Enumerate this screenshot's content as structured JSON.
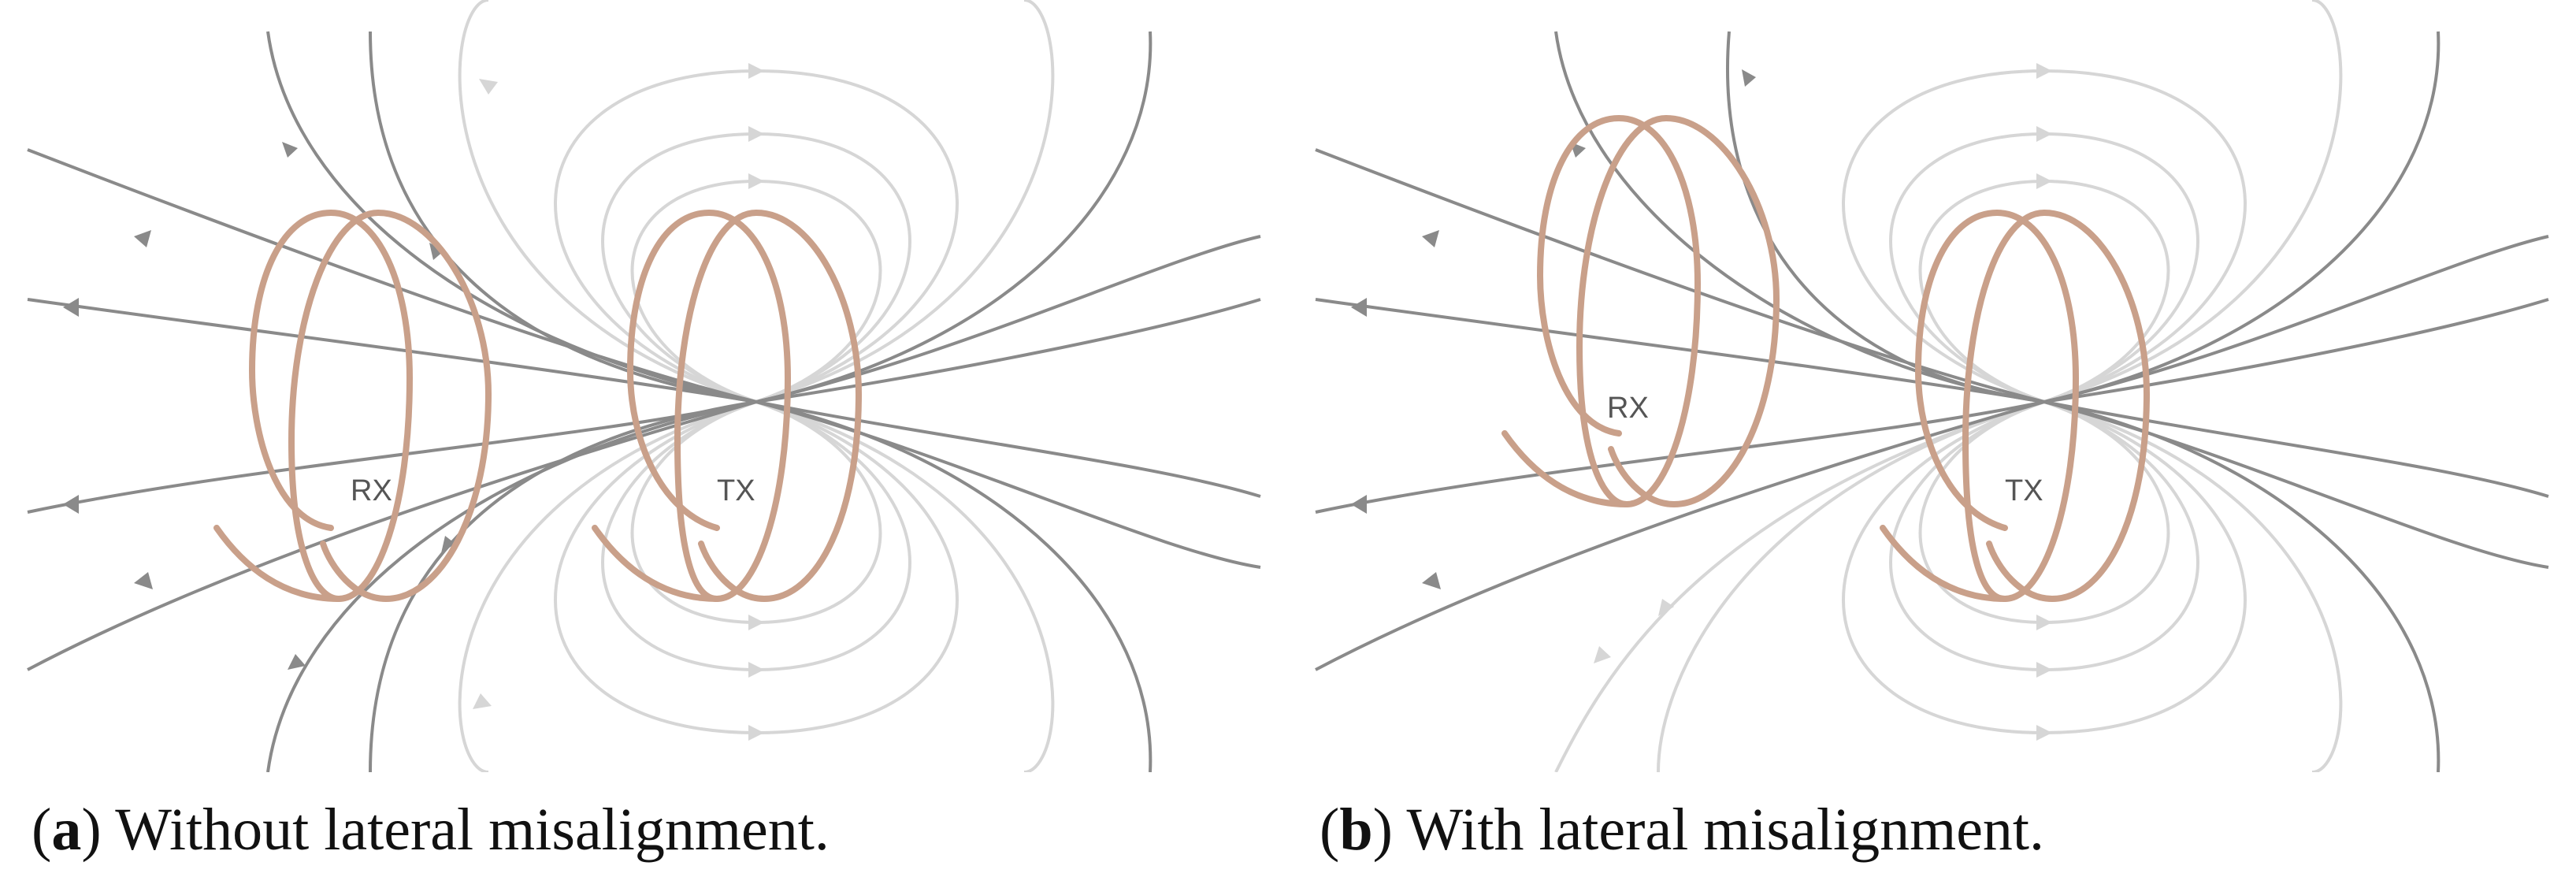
{
  "panels": [
    {
      "id": "a",
      "caption": {
        "letter": "a",
        "text": "Without lateral misalignment."
      },
      "rx_label": "RX",
      "tx_label": "TX"
    },
    {
      "id": "b",
      "caption": {
        "letter": "b",
        "text": "With lateral misalignment."
      },
      "rx_label": "RX",
      "tx_label": "TX"
    }
  ],
  "colors": {
    "coil": "#c9a08a",
    "field_dark": "#8a8a8a",
    "field_light": "#d6d6d6"
  }
}
